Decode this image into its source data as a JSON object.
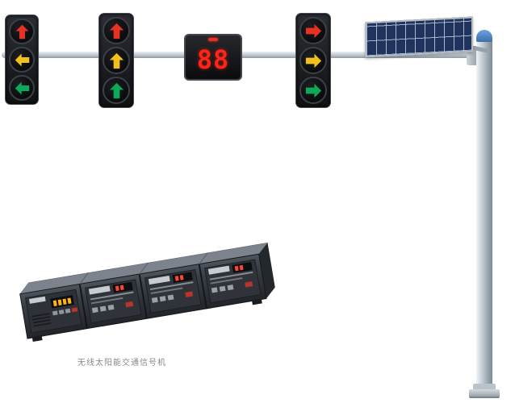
{
  "product": {
    "caption": "无线太阳能交通信号机"
  },
  "countdown": {
    "value": "88"
  },
  "colors": {
    "arrow_red": "#e73223",
    "arrow_yellow": "#f2c01e",
    "arrow_green": "#0ea85a",
    "countdown_red": "#ff2416",
    "solar_cell_blue": "#20335c",
    "pole_gray": "#aeb8c0",
    "cap_blue": "#4b87c9",
    "cabinet_gray": "#3a3f46"
  },
  "signals": {
    "left_head": {
      "lenses": [
        "red-up-arrow",
        "yellow-left-arrow",
        "green-left-arrow"
      ]
    },
    "center_head": {
      "lenses": [
        "red-up-arrow",
        "yellow-up-arrow",
        "green-up-arrow"
      ]
    },
    "right_head": {
      "lenses": [
        "red-right-arrow",
        "yellow-right-arrow",
        "green-right-arrow"
      ]
    }
  }
}
